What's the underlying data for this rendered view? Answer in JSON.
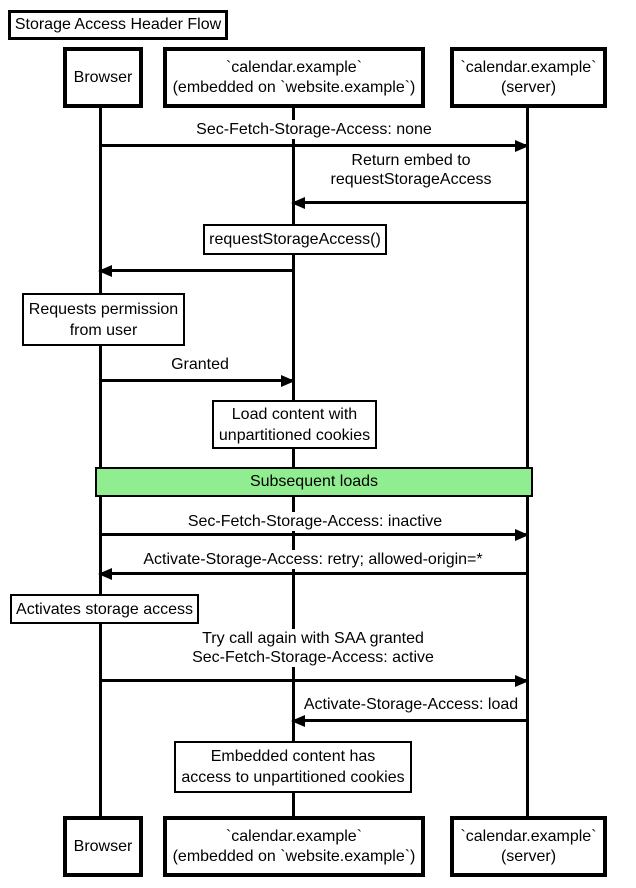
{
  "title": "Storage Access Header Flow",
  "actors": {
    "browser": "Browser",
    "embedded": {
      "line1": "`calendar.example`",
      "line2": "(embedded on `website.example`)"
    },
    "server": {
      "line1": "`calendar.example`",
      "line2": "(server)"
    }
  },
  "messages": {
    "sec_fetch_none": "Sec-Fetch-Storage-Access: none",
    "return_embed_line1": "Return embed to",
    "return_embed_line2": "requestStorageAccess",
    "request_storage_access": "requestStorageAccess()",
    "granted": "Granted",
    "sec_fetch_inactive": "Sec-Fetch-Storage-Access: inactive",
    "activate_retry": "Activate-Storage-Access: retry; allowed-origin=*",
    "try_again_line1": "Try call again with SAA granted",
    "try_again_line2": "Sec-Fetch-Storage-Access: active",
    "activate_load": "Activate-Storage-Access: load"
  },
  "notes": {
    "requests_permission_line1": "Requests permission",
    "requests_permission_line2": "from user",
    "load_content_line1": "Load content with",
    "load_content_line2": "unpartitioned cookies",
    "activates_storage": "Activates storage access",
    "embedded_content_line1": "Embedded content has",
    "embedded_content_line2": "access to unpartitioned cookies"
  },
  "band": {
    "label": "Subsequent loads",
    "fill": "#90EE90"
  },
  "colors": {
    "line": "#000000",
    "background": "#ffffff",
    "box_fill": "#ffffff",
    "text": "#000000"
  }
}
